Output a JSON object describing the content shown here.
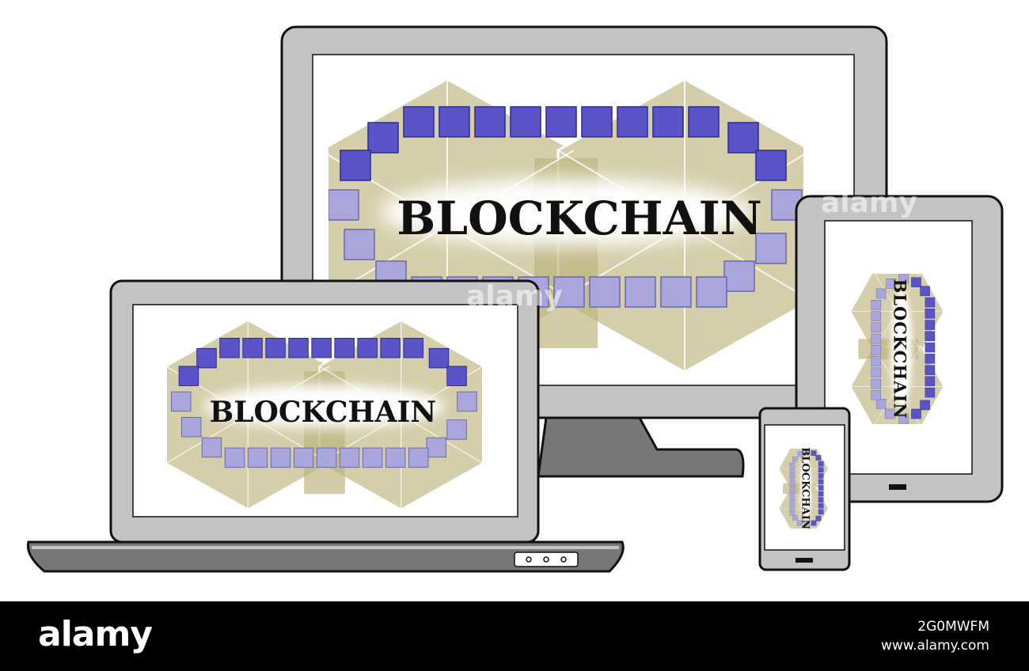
{
  "concept_word": "BLOCKCHAIN",
  "watermark": "alamy",
  "footer": {
    "logo": "alamy",
    "image_id": "2G0MWFM",
    "url": "www.alamy.com"
  },
  "colors": {
    "device_frame": "#c3c3c3",
    "device_outline": "#111111",
    "screen": "#ffffff",
    "hexagon": "#d4ceaa",
    "hexagon_dark": "#bfb57f",
    "cube_dark": "#5a54c8",
    "cube_light": "#a9a6db"
  }
}
